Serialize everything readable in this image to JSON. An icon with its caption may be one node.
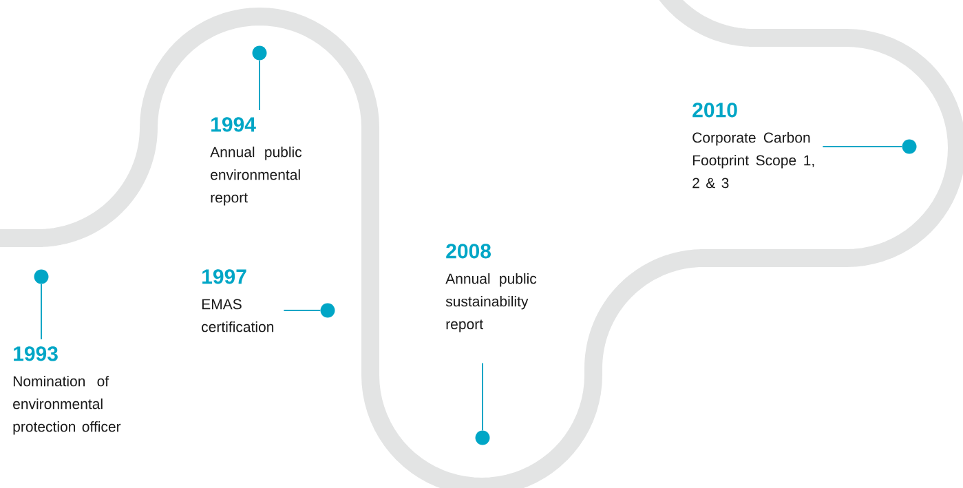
{
  "diagram": {
    "nodes": [
      {
        "text": [
          "1993",
          "Nomination of environmental protection officer"
        ]
      },
      {
        "text": [],
        "shape": "circle"
      },
      {
        "text": [
          "1994",
          "Annual public environmental report"
        ]
      },
      {
        "text": [],
        "shape": "circle"
      },
      {
        "text": [
          "1997",
          "EMAS certification"
        ]
      },
      {
        "text": [],
        "shape": "circle"
      },
      {
        "text": [
          "2008",
          "Annual public sustainability report"
        ]
      },
      {
        "text": [],
        "shape": "circle"
      },
      {
        "text": [
          "2010",
          "Corporate Carbon Footprint Scope 1, 2 & 3"
        ]
      },
      {
        "text": [],
        "shape": "circle"
      }
    ],
    "edges": [
      {
        "from": 0,
        "to": 1,
        "arrow": "none"
      },
      {
        "from": 2,
        "to": 3,
        "arrow": "none"
      },
      {
        "from": 4,
        "to": 5,
        "arrow": "none"
      },
      {
        "from": 6,
        "to": 7,
        "arrow": "none"
      },
      {
        "from": 8,
        "to": 9,
        "arrow": "none"
      }
    ]
  }
}
